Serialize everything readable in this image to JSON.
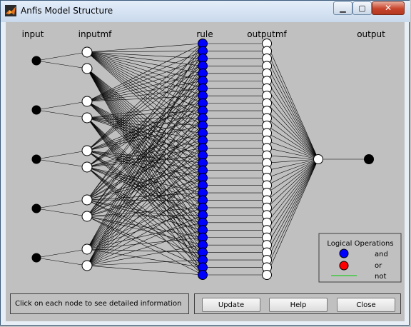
{
  "window": {
    "title": "Anfis Model Structure",
    "controls": {
      "minimize": "▁",
      "maximize": "▢",
      "close": "✕"
    }
  },
  "diagram": {
    "layer_labels": {
      "input": "input",
      "inputmf": "inputmf",
      "rule": "rule",
      "outputmf": "outputmf",
      "output": "output"
    },
    "num_inputs": 5,
    "mfs_per_input": 2,
    "num_rules": 32,
    "num_outputmfs": 32,
    "num_outputs": 1,
    "colors": {
      "input_node": "#000000",
      "inputmf_node": "#ffffff",
      "rule_node": "#0000ff",
      "outputmf_node": "#ffffff",
      "output_node": "#000000",
      "aggregation_node": "#ffffff",
      "line": "#000000"
    }
  },
  "legend": {
    "title": "Logical Operations",
    "items": [
      {
        "label": "and",
        "symbol": "circle",
        "color": "#0000ff"
      },
      {
        "label": "or",
        "symbol": "circle",
        "color": "#ff0000"
      },
      {
        "label": "not",
        "symbol": "line",
        "color": "#00cc00"
      }
    ]
  },
  "status": {
    "text": "Click on each node to see detailed information"
  },
  "buttons": {
    "update": "Update",
    "help": "Help",
    "close": "Close"
  }
}
